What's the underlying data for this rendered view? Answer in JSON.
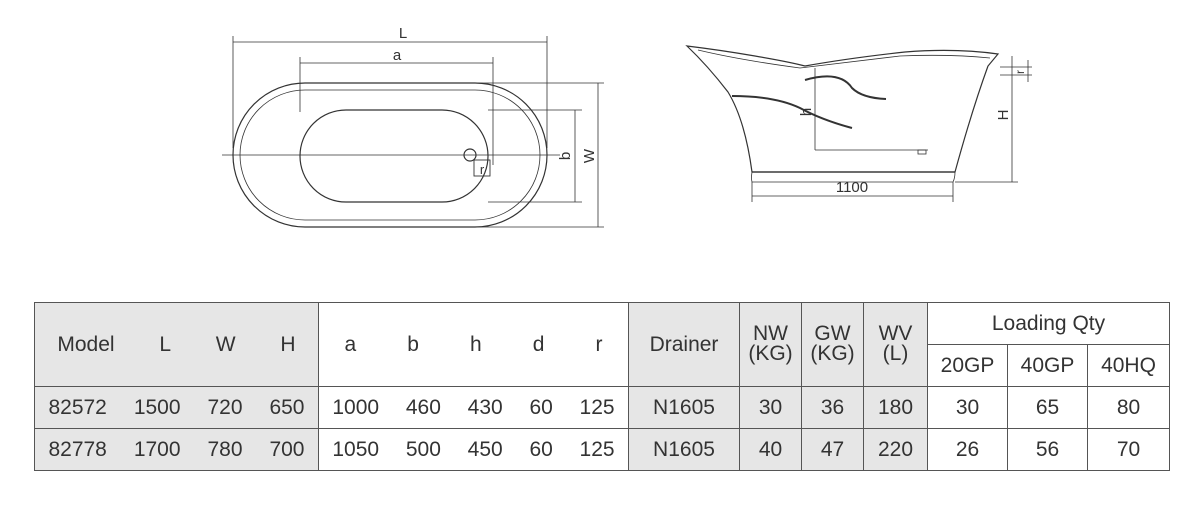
{
  "drawing": {
    "top_view_labels": {
      "L": "L",
      "a": "a",
      "b": "b",
      "W": "W",
      "r": "r"
    },
    "side_view_labels": {
      "r": "r",
      "h": "h",
      "H": "H",
      "bottom": "1100"
    }
  },
  "table": {
    "groups": {
      "basic": [
        "Model",
        "L",
        "W",
        "H"
      ],
      "inner": [
        "a",
        "b",
        "h",
        "d",
        "r"
      ],
      "drainer": "Drainer",
      "nw": [
        "NW",
        "(KG)"
      ],
      "gw": [
        "GW",
        "(KG)"
      ],
      "wv": [
        "WV",
        "(L)"
      ],
      "loading": {
        "title": "Loading Qty",
        "cols": [
          "20GP",
          "40GP",
          "40HQ"
        ]
      }
    },
    "rows": [
      {
        "basic": [
          "82572",
          "1500",
          "720",
          "650"
        ],
        "inner": [
          "1000",
          "460",
          "430",
          "60",
          "125"
        ],
        "drainer": "N1605",
        "nw": "30",
        "gw": "36",
        "wv": "180",
        "loading": [
          "30",
          "65",
          "80"
        ]
      },
      {
        "basic": [
          "82778",
          "1700",
          "780",
          "700"
        ],
        "inner": [
          "1050",
          "500",
          "450",
          "60",
          "125"
        ],
        "drainer": "N1605",
        "nw": "40",
        "gw": "47",
        "wv": "220",
        "loading": [
          "26",
          "56",
          "70"
        ]
      }
    ]
  }
}
